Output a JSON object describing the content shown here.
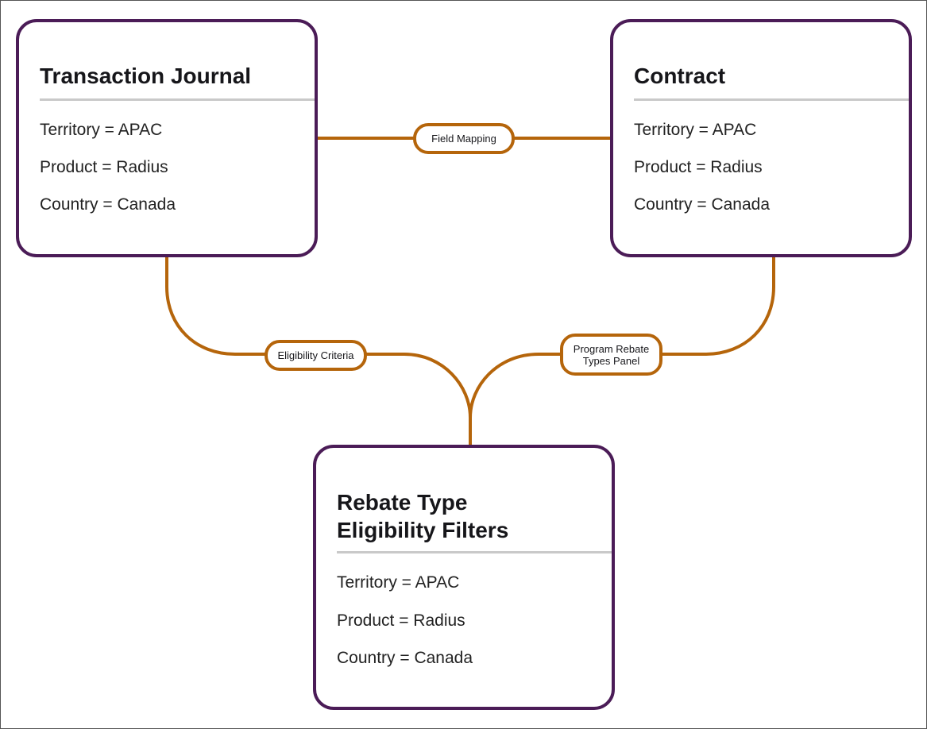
{
  "nodes": {
    "journal": {
      "title": "Transaction Journal",
      "rows": [
        "Territory = APAC",
        "Product = Radius",
        "Country = Canada"
      ]
    },
    "contract": {
      "title": "Contract",
      "rows": [
        "Territory = APAC",
        "Product = Radius",
        "Country = Canada"
      ]
    },
    "filters": {
      "title_line1": "Rebate Type",
      "title_line2": "Eligibility Filters",
      "rows": [
        "Territory = APAC",
        "Product = Radius",
        "Country = Canada"
      ]
    }
  },
  "connectors": {
    "field_mapping": "Field Mapping",
    "eligibility_criteria": "Eligibility Criteria",
    "program_rebate": {
      "line1": "Program Rebate",
      "line2": "Types Panel"
    }
  },
  "colors": {
    "node_border": "#4b1c57",
    "connector": "#b5650b",
    "divider": "#c9c9c9",
    "title_text": "#16161a"
  }
}
